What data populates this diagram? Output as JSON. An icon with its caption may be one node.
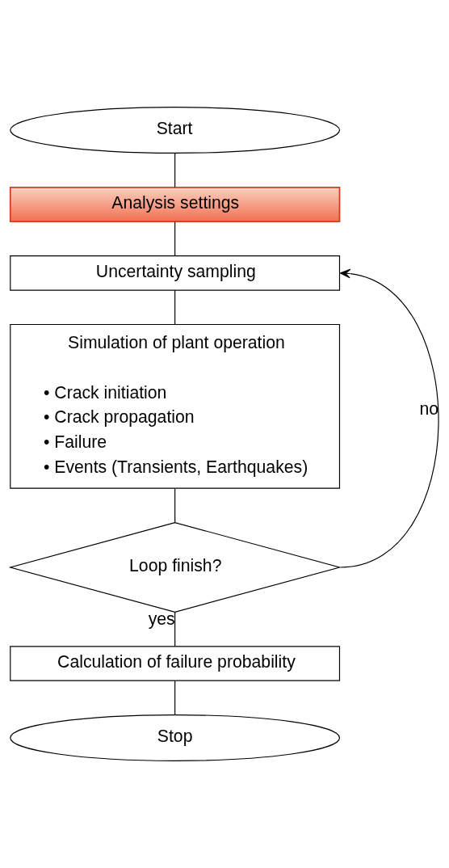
{
  "diagram": {
    "nodes": [
      {
        "text": [
          "Start"
        ]
      },
      {
        "text": [
          "Analysis settings"
        ]
      },
      {
        "text": [
          "Uncertainty sampling"
        ]
      },
      {
        "text": [
          "Simulation of plant operation",
          "• Crack initiation",
          "• Crack propagation",
          "• Failure",
          "• Events (Transients, Earthquakes)"
        ]
      },
      {
        "text": [
          "Loop finish?"
        ]
      },
      {
        "text": [
          "Calculation of failure probability"
        ]
      },
      {
        "text": [
          "Stop"
        ]
      }
    ],
    "edges": [
      {
        "from": 0,
        "to": 1,
        "arrow": "none"
      },
      {
        "from": 1,
        "to": 2,
        "arrow": "none"
      },
      {
        "from": 2,
        "to": 3,
        "arrow": "none"
      },
      {
        "from": 3,
        "to": 4,
        "arrow": "none"
      },
      {
        "from": 4,
        "to": 2,
        "arrow": "to",
        "label": "no"
      },
      {
        "from": 4,
        "to": 5,
        "arrow": "none",
        "label": "yes"
      },
      {
        "from": 5,
        "to": 6,
        "arrow": "none"
      }
    ]
  }
}
